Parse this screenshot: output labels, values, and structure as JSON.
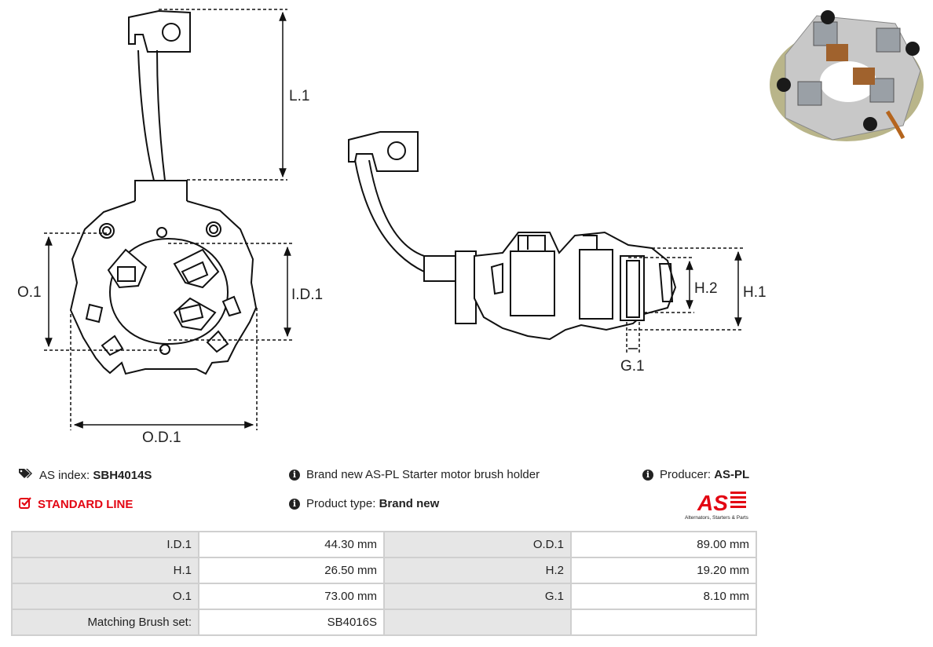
{
  "diagram": {
    "labels": {
      "l1": "L.1",
      "o1": "O.1",
      "id1": "I.D.1",
      "od1": "O.D.1",
      "h2": "H.2",
      "h1": "H.1",
      "g1": "G.1"
    }
  },
  "info": {
    "as_index_label": "AS index:",
    "as_index_value": "SBH4014S",
    "line": "STANDARD LINE",
    "description": "Brand new AS-PL Starter motor brush holder",
    "product_type_label": "Product type:",
    "product_type_value": "Brand new",
    "producer_label": "Producer:",
    "producer_value": "AS-PL"
  },
  "logo": {
    "mark": "AS",
    "tagline": "Alternators, Starters & Parts",
    "color": "#e30613"
  },
  "specs": {
    "rows": [
      {
        "l1": "I.D.1",
        "v1": "44.30 mm",
        "l2": "O.D.1",
        "v2": "89.00 mm"
      },
      {
        "l1": "H.1",
        "v1": "26.50 mm",
        "l2": "H.2",
        "v2": "19.20 mm"
      },
      {
        "l1": "O.1",
        "v1": "73.00 mm",
        "l2": "G.1",
        "v2": "8.10 mm"
      },
      {
        "l1": "Matching Brush set:",
        "v1": "SB4016S",
        "l2": "",
        "v2": ""
      }
    ]
  },
  "icons": {
    "tags": "tags-icon",
    "check": "check-square-icon",
    "info": "info-circle-icon"
  }
}
